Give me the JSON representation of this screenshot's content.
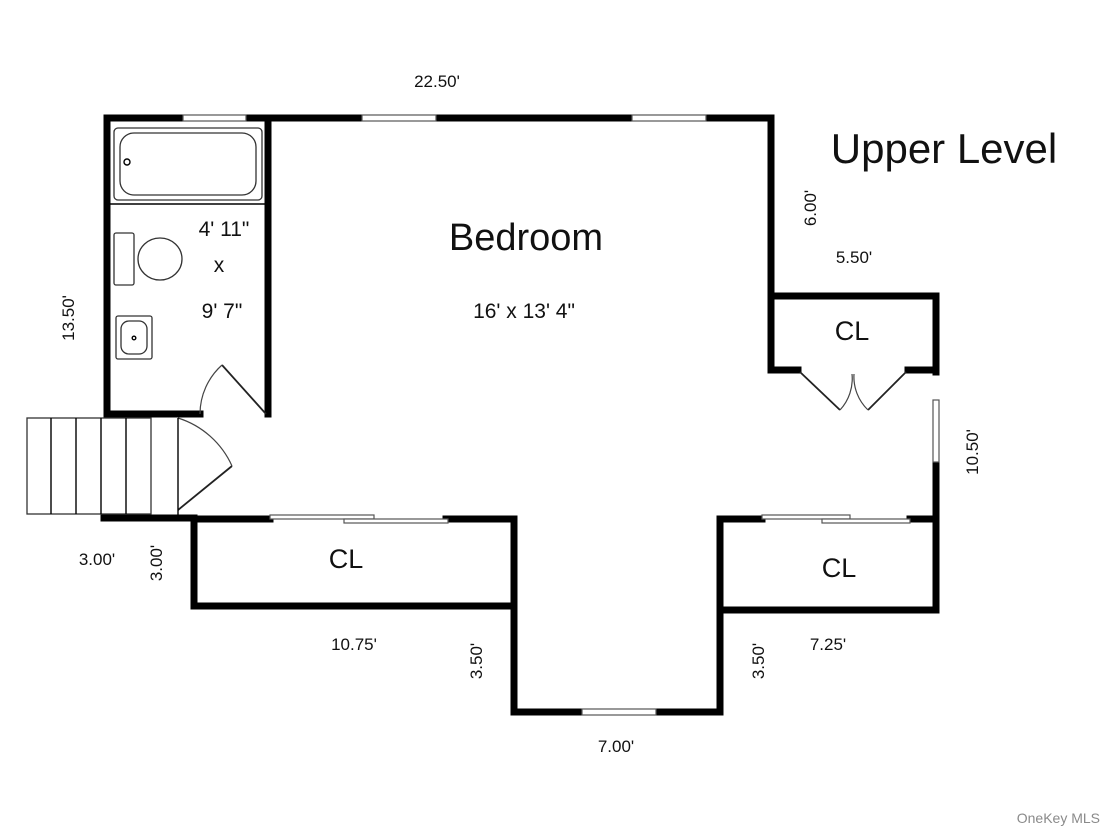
{
  "title": "Upper Level",
  "watermark": "OneKey MLS",
  "rooms": {
    "bedroom": {
      "name": "Bedroom",
      "size": "16' x 13' 4\""
    },
    "bath": {
      "width": "4' 11\"",
      "x": "x",
      "length": "9' 7\""
    },
    "closet_right_top": "CL",
    "closet_left_bottom": "CL",
    "closet_right_bottom": "CL"
  },
  "dimensions": {
    "top": "22.50'",
    "left": "13.50'",
    "right_upper": "6.00'",
    "right_step": "5.50'",
    "right_lower": "10.50'",
    "stair_width": "3.00'",
    "stair_depth": "3.00'",
    "bottom_left": "10.75'",
    "bump_left": "3.50'",
    "bump_right": "3.50'",
    "bottom_right": "7.25'",
    "bump_bottom": "7.00'"
  },
  "colors": {
    "walls": "#000000",
    "background": "#ffffff"
  }
}
